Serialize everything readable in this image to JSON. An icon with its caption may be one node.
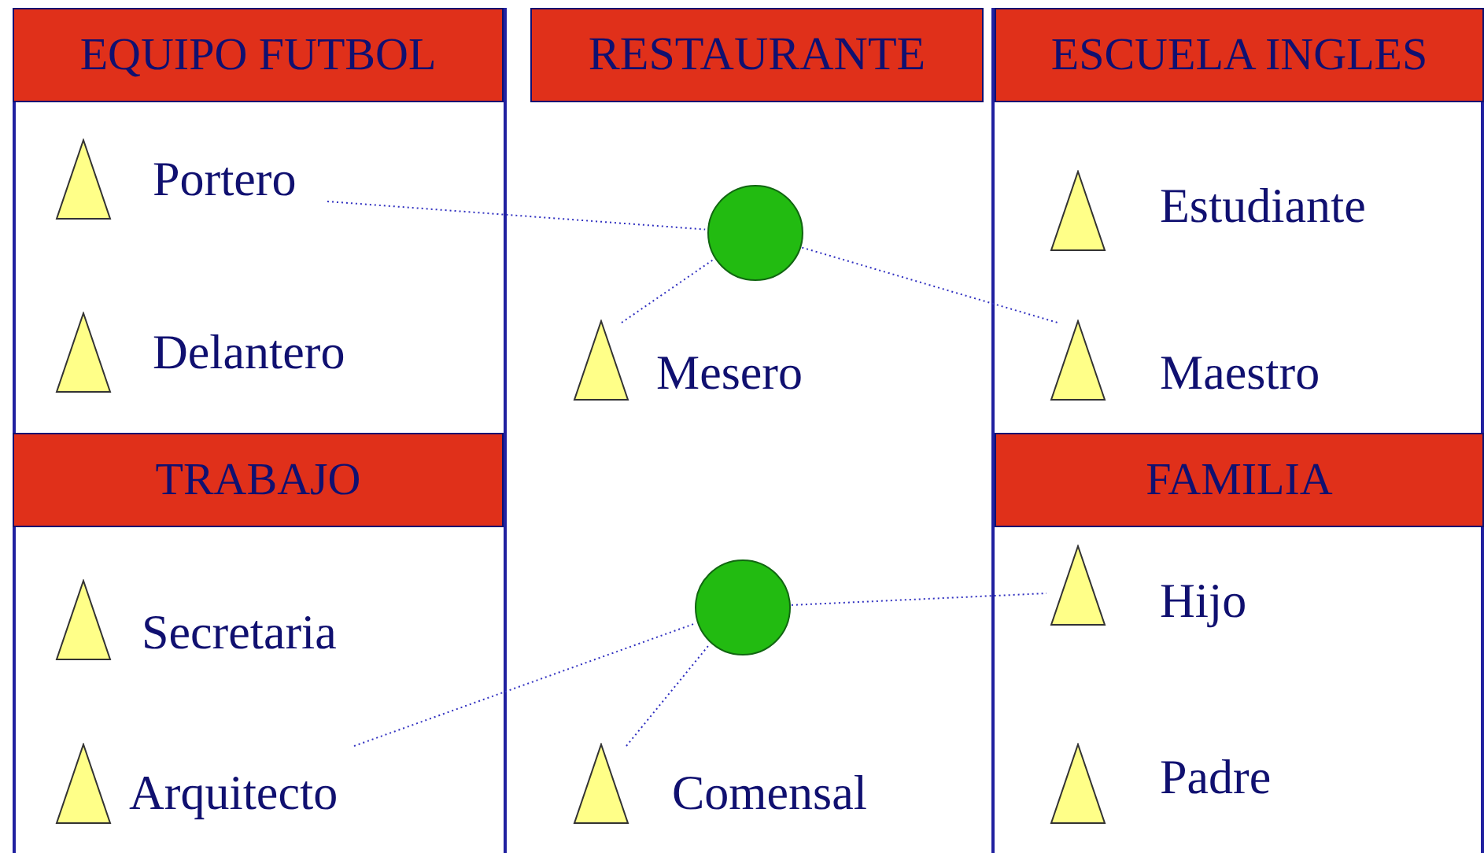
{
  "diagram": {
    "nodes": [
      {
        "text": [
          "EQUIPO FUTBOL"
        ]
      },
      {
        "text": [
          "Portero"
        ],
        "in": 0
      },
      {
        "text": [
          "Delantero"
        ],
        "in": 0
      },
      {
        "text": [
          "RESTAURANTE"
        ]
      },
      {
        "text": [],
        "shape": "circle",
        "in": 3
      },
      {
        "text": [
          "Mesero"
        ],
        "in": 3
      },
      {
        "text": [],
        "shape": "circle",
        "in": 3
      },
      {
        "text": [
          "Comensal"
        ],
        "in": 3
      },
      {
        "text": [
          "ESCUELA INGLES"
        ]
      },
      {
        "text": [
          "Estudiante"
        ],
        "in": 8
      },
      {
        "text": [
          "Maestro"
        ],
        "in": 8
      },
      {
        "text": [
          "TRABAJO"
        ]
      },
      {
        "text": [
          "Secretaria"
        ],
        "in": 11
      },
      {
        "text": [
          "Arquitecto"
        ],
        "in": 11
      },
      {
        "text": [
          "FAMILIA"
        ]
      },
      {
        "text": [
          "Hijo"
        ],
        "in": 14
      },
      {
        "text": [
          "Padre"
        ],
        "in": 14
      }
    ],
    "edges": [
      {
        "from": 1,
        "to": 4,
        "arrow": "none"
      },
      {
        "from": 5,
        "to": 4,
        "arrow": "none"
      },
      {
        "from": 4,
        "to": 10,
        "arrow": "none"
      },
      {
        "from": 13,
        "to": 6,
        "arrow": "none"
      },
      {
        "from": 7,
        "to": 6,
        "arrow": "none"
      },
      {
        "from": 6,
        "to": 15,
        "arrow": "none"
      }
    ]
  }
}
